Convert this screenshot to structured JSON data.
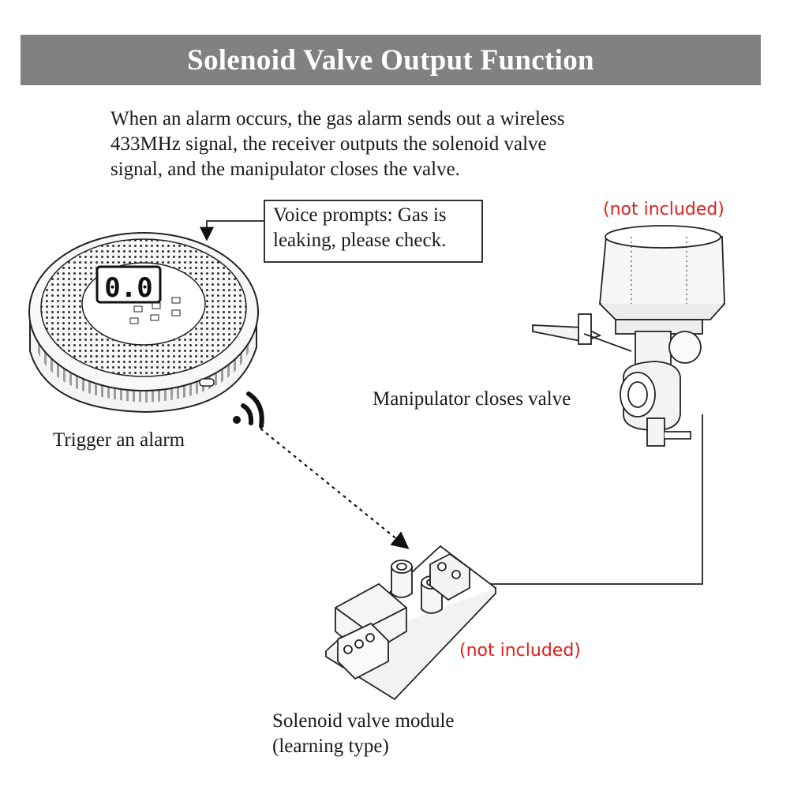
{
  "title": "Solenoid Valve Output Function",
  "intro": [
    "When an alarm occurs, the gas alarm sends out a wireless",
    "433MHz signal, the receiver outputs the solenoid valve",
    "signal, and the manipulator closes the valve."
  ],
  "voice_prompt": [
    "Voice prompts: Gas is",
    "leaking, please check."
  ],
  "alarm_label": "Trigger an alarm",
  "manipulator_label": "Manipulator closes valve",
  "module_label": [
    "Solenoid valve module",
    "(learning type)"
  ],
  "not_included": "(not included)",
  "colors": {
    "title_bar": "#818181",
    "note": "#e0201c"
  },
  "icons": [
    "gas-alarm-device",
    "wifi-signal-icon",
    "valve-manipulator",
    "solenoid-module-board"
  ]
}
